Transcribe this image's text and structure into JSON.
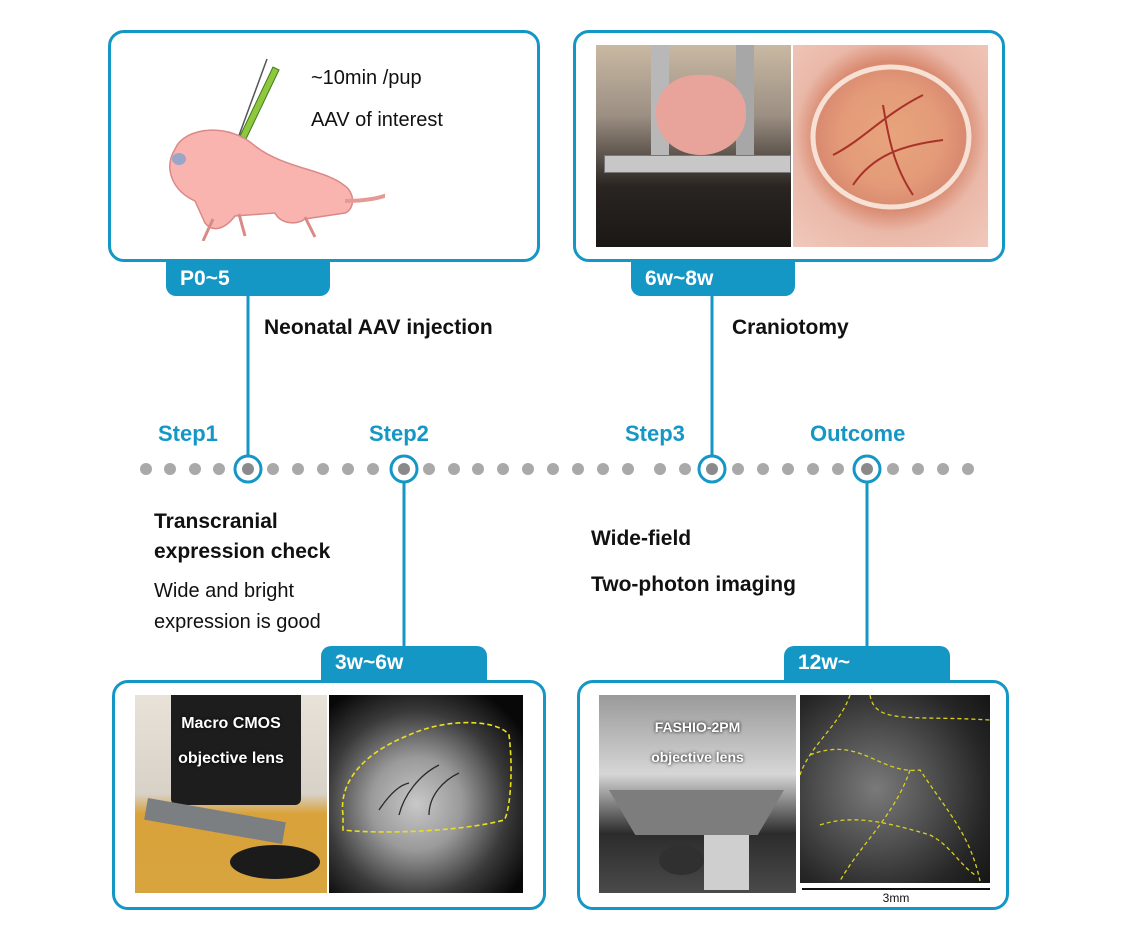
{
  "panels": {
    "injection": {
      "time_label": "P0~5",
      "text_line1": "~10min /pup",
      "text_line2": "AAV of interest"
    },
    "craniotomy": {
      "time_label": "6w~8w"
    },
    "expression": {
      "time_label": "3w~6w",
      "overlay_line1": "Macro CMOS",
      "overlay_line2": "objective lens"
    },
    "imaging": {
      "time_label": "12w~",
      "overlay_line1": "FASHIO-2PM",
      "overlay_line2": "objective lens",
      "scale_bar": "3mm"
    }
  },
  "steps": {
    "step1": "Step1",
    "step2": "Step2",
    "step3": "Step3",
    "outcome": "Outcome"
  },
  "descriptions": {
    "step1": "Neonatal AAV injection",
    "step3": "Craniotomy",
    "step2_title_line1": "Transcranial",
    "step2_title_line2": "expression check",
    "step2_note_line1": "Wide and bright",
    "step2_note_line2": "expression is good",
    "outcome_line1": "Wide-field",
    "outcome_line2": "Two-photon imaging"
  },
  "colors": {
    "accent": "#1597c6",
    "dots": "#a9a9a9",
    "outline_dashed": "#e8e020"
  },
  "icons": [
    "mouse-pup-icon",
    "syringe-needle-icon"
  ]
}
